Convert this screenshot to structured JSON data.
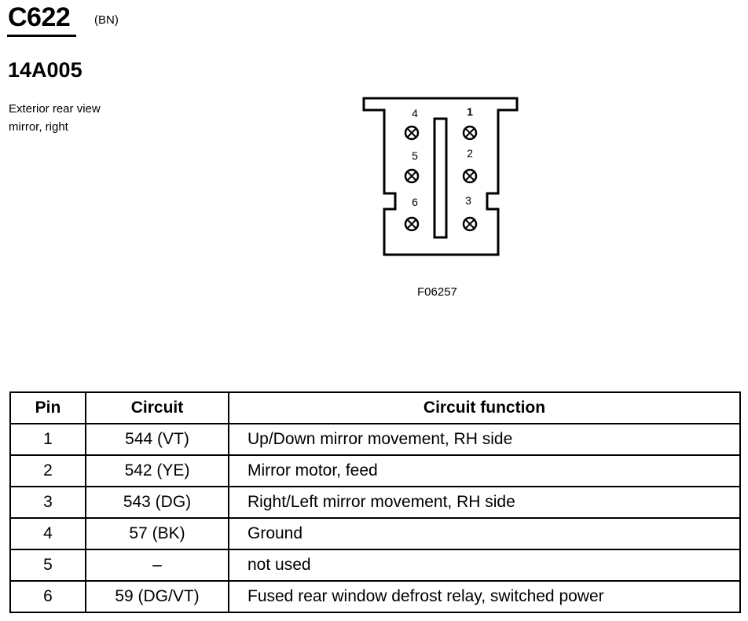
{
  "connector": {
    "id": "C622",
    "color_code": "(BN)",
    "part_number": "14A005",
    "description_line1": "Exterior rear view",
    "description_line2": "mirror, right"
  },
  "figure": {
    "id": "F06257",
    "pin_labels": [
      "1",
      "2",
      "3",
      "4",
      "5",
      "6"
    ]
  },
  "table": {
    "headers": [
      "Pin",
      "Circuit",
      "Circuit function"
    ],
    "rows": [
      {
        "pin": "1",
        "circuit": "544 (VT)",
        "function": "Up/Down mirror movement, RH side"
      },
      {
        "pin": "2",
        "circuit": "542 (YE)",
        "function": "Mirror motor, feed"
      },
      {
        "pin": "3",
        "circuit": "543 (DG)",
        "function": "Right/Left mirror movement, RH side"
      },
      {
        "pin": "4",
        "circuit": "57 (BK)",
        "function": "Ground"
      },
      {
        "pin": "5",
        "circuit": "–",
        "function": "not used"
      },
      {
        "pin": "6",
        "circuit": "59 (DG/VT)",
        "function": "Fused rear window defrost relay, switched power"
      }
    ]
  }
}
